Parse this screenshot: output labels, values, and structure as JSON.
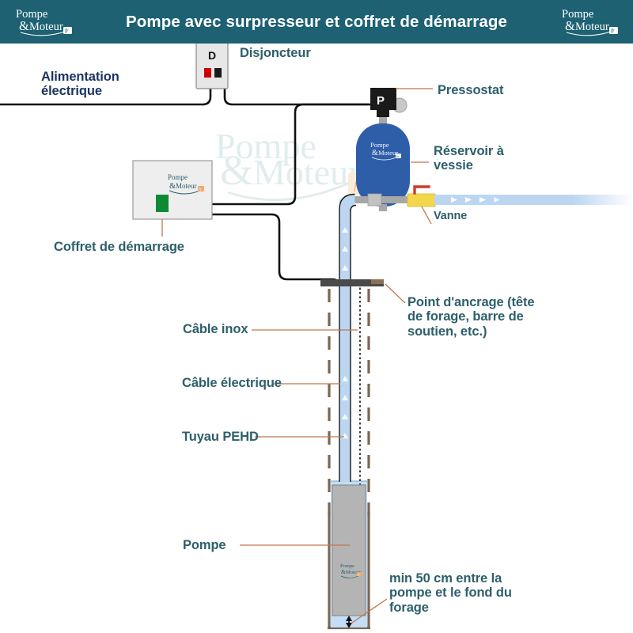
{
  "header": {
    "title": "Pompe avec surpresseur et coffret de démarrage",
    "bg_color": "#1d6172",
    "logo_line1": "Pompe",
    "logo_line2": "Moteur",
    "logo_amp": "&",
    "logo_tld": "fr"
  },
  "watermark": {
    "line1": "Pompe",
    "amp": "&",
    "line2": "Moteur",
    "tld": "fr",
    "color": "#dceaea"
  },
  "colors": {
    "label_teal": "#2d5f6b",
    "label_navy": "#1d3461",
    "leader_line": "#c0764b",
    "tank_blue": "#2f5ea9",
    "pipe_blue": "#bcd6f2",
    "pipe_stroke": "#5b7fae",
    "water_blue": "#c3ddf4",
    "pump_gray": "#b4b4b4",
    "casing_brown": "#7a6652",
    "valve_yellow": "#f2d64b",
    "valve_handle_red": "#cf3a2a",
    "breaker_gray": "#e4e4e4",
    "fitting_gray": "#a7a7a7",
    "wire_black": "#111111",
    "button_green": "#0e8a34",
    "anchor_gray": "#4a4a4a"
  },
  "components": {
    "breaker": {
      "name": "Disjoncteur",
      "badge": "D",
      "switch_left_color": "#cc0000",
      "switch_right_color": "#1a1a1a"
    },
    "pressostat": {
      "name": "Pressostat",
      "badge": "P"
    },
    "tank": {
      "name": "Réservoir à vessie"
    },
    "valve": {
      "name": "Vanne"
    },
    "control_box": {
      "name": "Coffret de démarrage",
      "indicator": "green"
    },
    "pump": {
      "name": "Pompe"
    }
  },
  "labels": {
    "alimentation": "Alimentation\nélectrique",
    "disjoncteur": "Disjoncteur",
    "pressostat": "Pressostat",
    "reservoir": "Réservoir à\nvessie",
    "vanne": "Vanne",
    "coffret": "Coffret de démarrage",
    "ancrage": "Point d'ancrage (tête\nde forage, barre de\nsoutien, etc.)",
    "cable_inox": "Câble inox",
    "cable_electrique": "Câble électrique",
    "tuyau_pehd": "Tuyau PEHD",
    "pompe": "Pompe",
    "min_distance": "min 50 cm entre la\npompe et le fond du\nforage"
  }
}
